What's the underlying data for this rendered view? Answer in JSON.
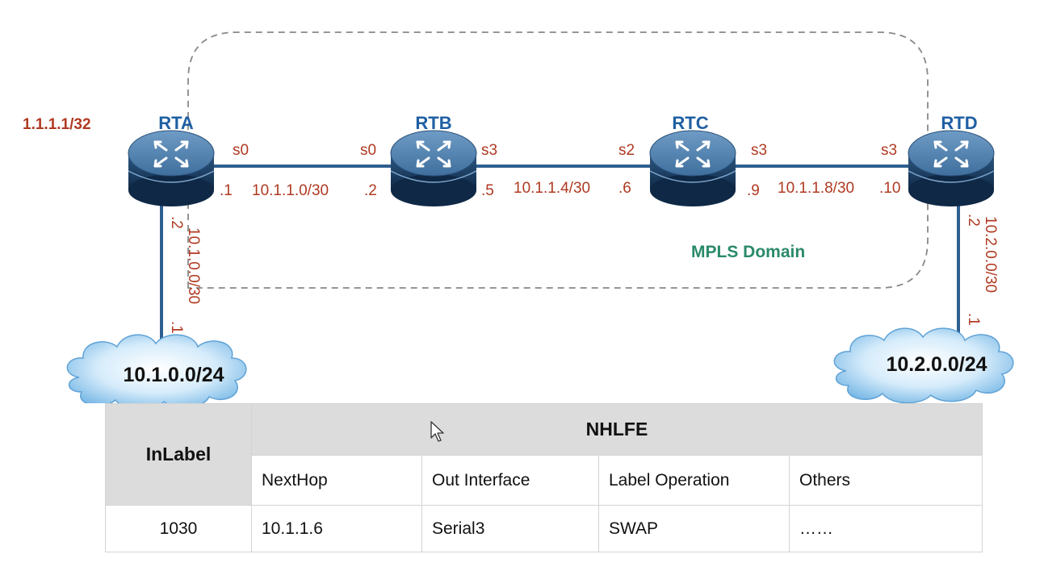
{
  "diagram": {
    "domain_label": "MPLS Domain",
    "loopback": "1.1.1.1/32",
    "routers": [
      {
        "name": "RTA"
      },
      {
        "name": "RTB"
      },
      {
        "name": "RTC"
      },
      {
        "name": "RTD"
      }
    ],
    "links": {
      "ab": {
        "left_if": "s0",
        "right_if": "s0",
        "left_ip": ".1",
        "subnet": "10.1.1.0/30",
        "right_ip": ".2"
      },
      "bc": {
        "left_if": "s3",
        "right_if": "s2",
        "left_ip": ".5",
        "subnet": "10.1.1.4/30",
        "right_ip": ".6"
      },
      "cd": {
        "left_if": "s3",
        "right_if": "s3",
        "left_ip": ".9",
        "subnet": "10.1.1.8/30",
        "right_ip": ".10"
      },
      "a_cloud": {
        "top_ip": ".2",
        "subnet": "10.1.0.0/30",
        "bottom_ip": ".1"
      },
      "d_cloud": {
        "top_ip": ".2",
        "subnet": "10.2.0.0/30",
        "bottom_ip": ".1"
      }
    },
    "clouds": {
      "left": "10.1.0.0/24",
      "right": "10.2.0.0/24"
    },
    "colors": {
      "router_body": "#3d6e9c",
      "link_line": "#2f5f8f",
      "label_red": "#b03a22",
      "label_blue": "#1f5fa3",
      "domain_green": "#2a8a6b",
      "cloud": "#8fc7f0"
    }
  },
  "table": {
    "inlabel_header": "InLabel",
    "nhlfe_header": "NHLFE",
    "columns": [
      "NextHop",
      "Out Interface",
      "Label Operation",
      "Others"
    ],
    "row": {
      "inlabel": "1030",
      "nexthop": "10.1.1.6",
      "out_interface": "Serial3",
      "label_operation": "SWAP",
      "others": "……"
    }
  }
}
